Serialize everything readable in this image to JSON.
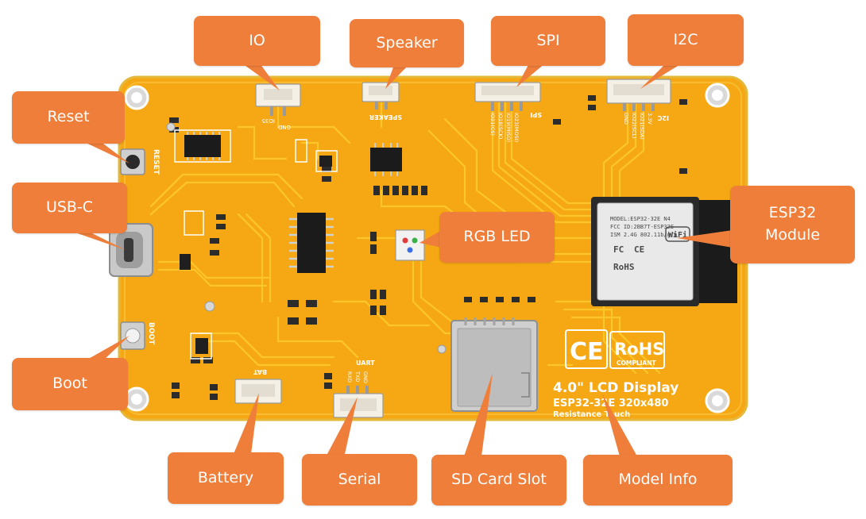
{
  "colors": {
    "board": "#F5A814",
    "board_edge": "#E8C23A",
    "trace": "#FFC629",
    "callout": "#EE7E3A",
    "callout_text": "#FFFFFF",
    "silk": "#FFFFFF"
  },
  "callouts": {
    "io": "IO",
    "speaker": "Speaker",
    "spi": "SPI",
    "i2c": "I2C",
    "reset": "Reset",
    "usbc": "USB-C",
    "rgb_led": "RGB LED",
    "esp32_line1": "ESP32",
    "esp32_line2": "Module",
    "boot": "Boot",
    "battery": "Battery",
    "serial": "Serial",
    "sd_card": "SD Card Slot",
    "model_info": "Model Info"
  },
  "silkscreen": {
    "reset": "RESET",
    "boot": "BOOT",
    "io_pins": [
      "IO35",
      "GND"
    ],
    "speaker": "SPEAKER",
    "spi": "SPI",
    "spi_pins": [
      "IO21(CS)",
      "IO18(SCK)",
      "IO19(MISO)",
      "IO23(MOSI)"
    ],
    "i2c": "I2C",
    "i2c_pins": [
      "GND",
      "IO22(SCL)",
      "IO21(SDA)",
      "3.3V"
    ],
    "uart": "UART",
    "uart_pins": [
      "RXD",
      "TXD",
      "GND"
    ],
    "bat": "BAT",
    "ce": "CE",
    "rohs": "RoHS",
    "rohs_sub": "COMPLIANT",
    "title": "4.0\" LCD Display",
    "model": "ESP32-32E 320x480",
    "touch": "Resistance Touch"
  },
  "module": {
    "wifi": "WiFi",
    "lines": [
      "MODEL:ESP32-32E  N4",
      "FCC ID:2BB7T-ESP32E",
      "ISM 2.4G 802.11b/g/n"
    ],
    "fc": "FC",
    "ce": "CE",
    "rohs": "RoHS"
  }
}
